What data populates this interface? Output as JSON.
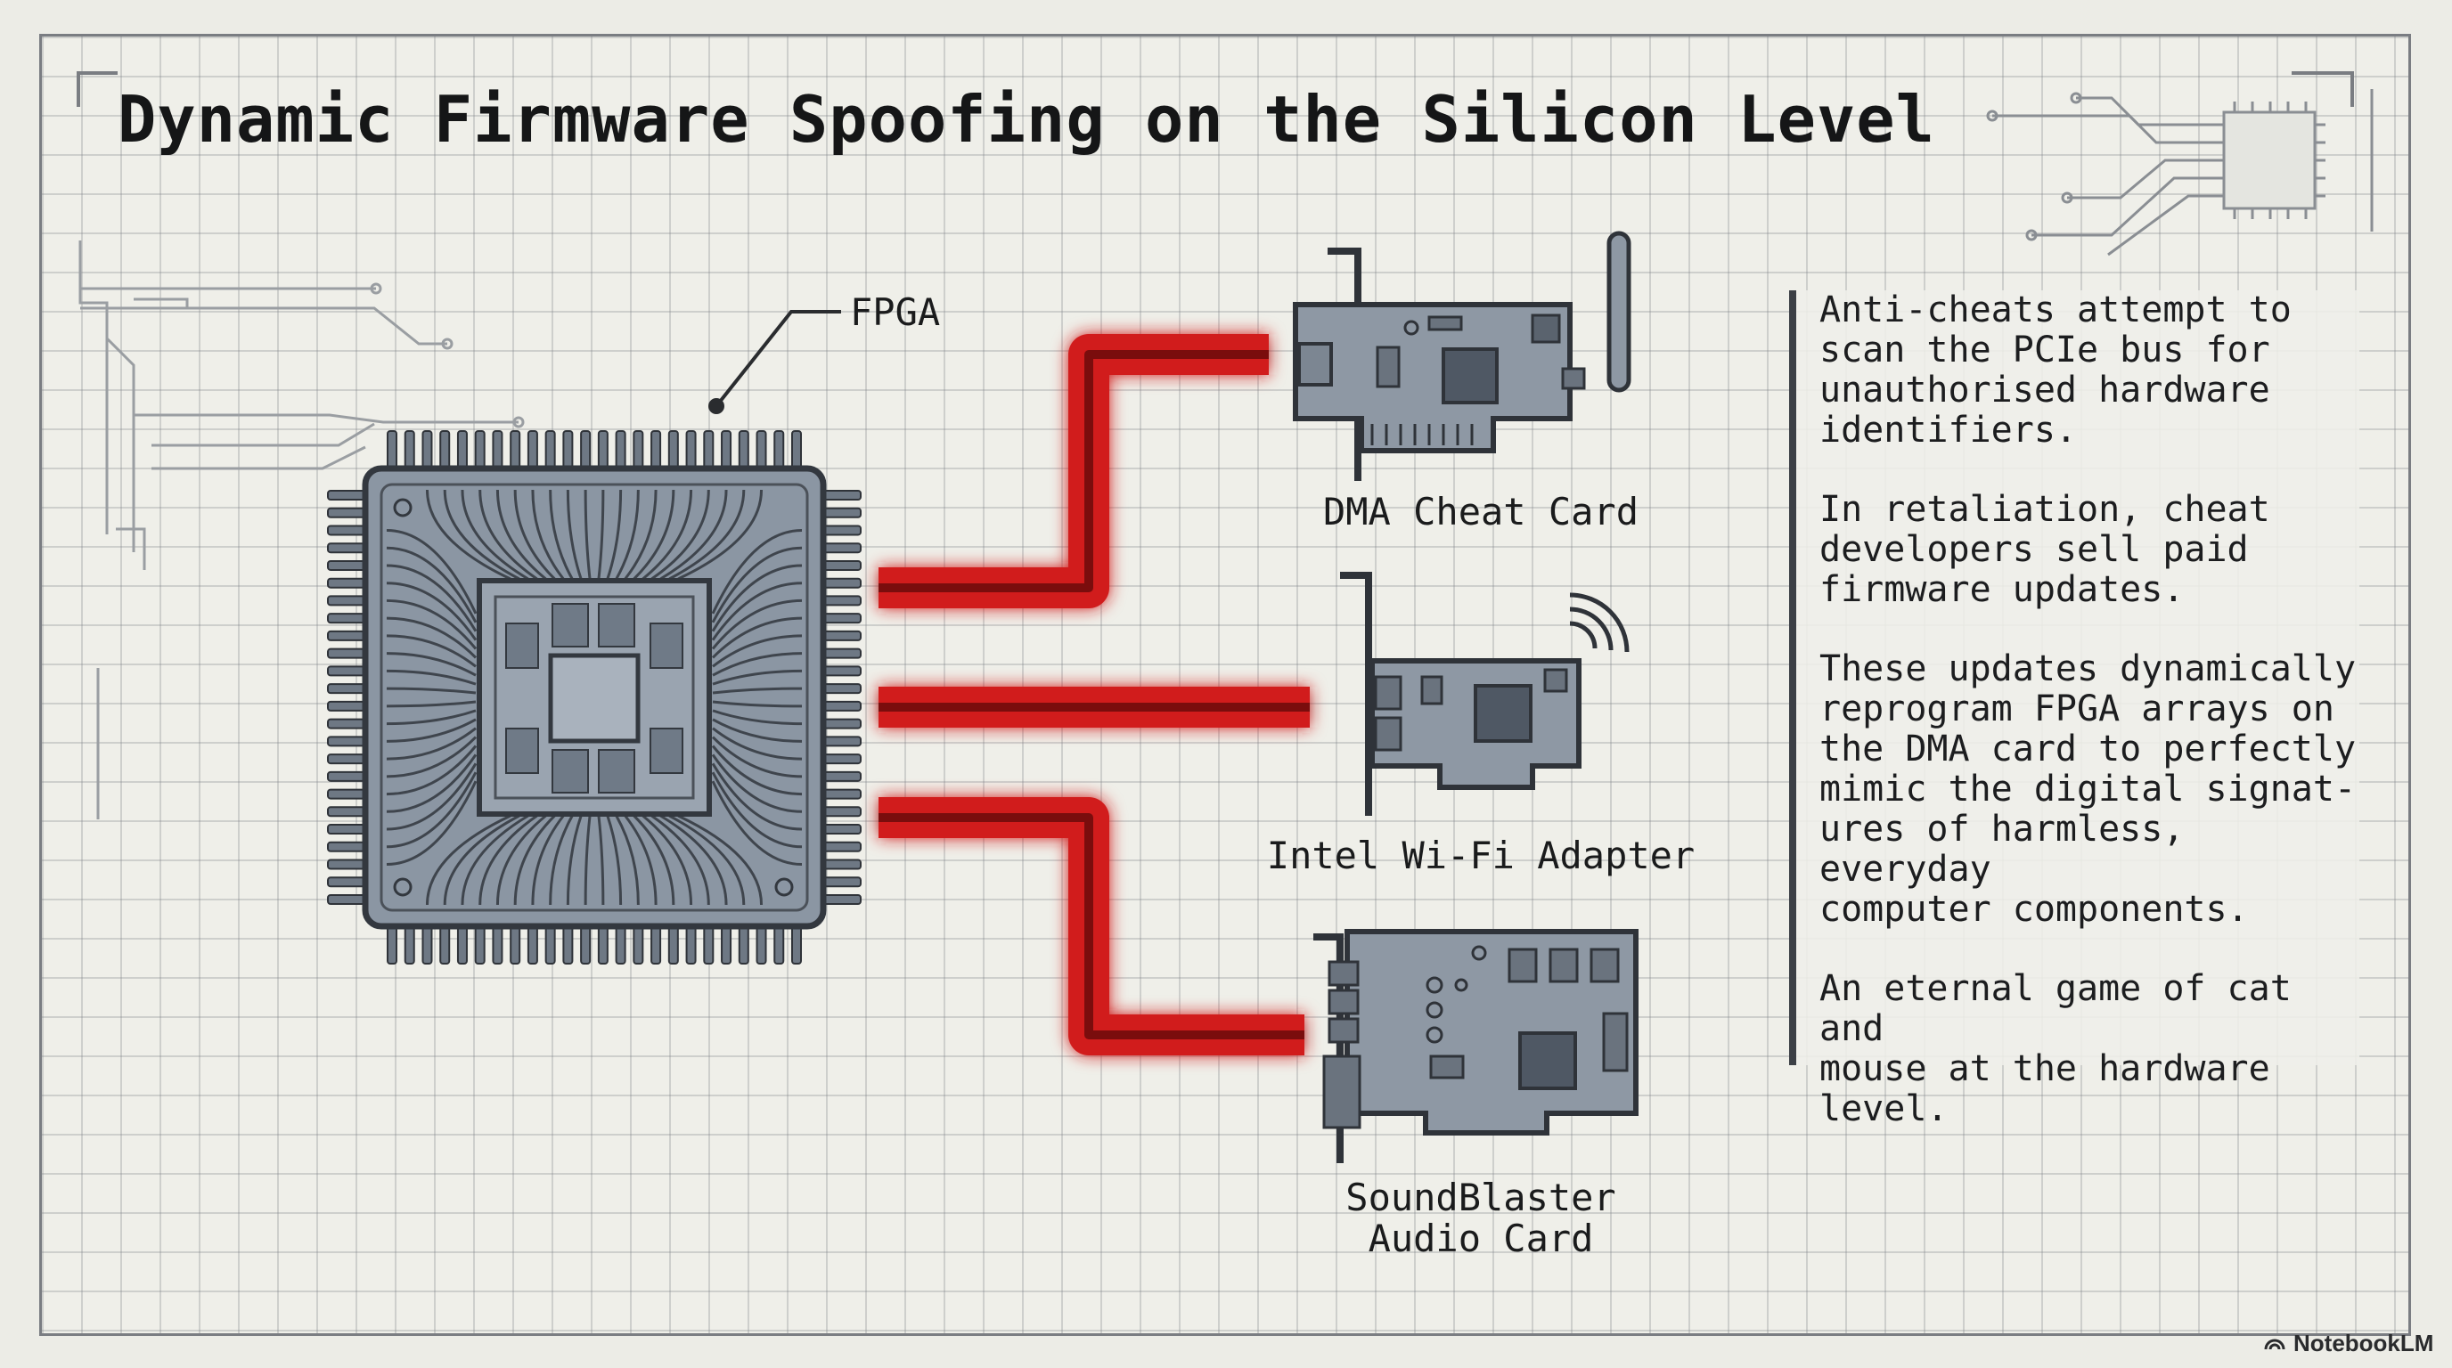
{
  "title": "Dynamic Firmware Spoofing on the Silicon Level",
  "diagram": {
    "chip_label": "FPGA",
    "cards": [
      {
        "label": "DMA Cheat Card"
      },
      {
        "label": "Intel Wi-Fi Adapter"
      },
      {
        "label_lines": [
          "SoundBlaster",
          "Audio Card"
        ]
      }
    ],
    "colors": {
      "background": "#efefe9",
      "grid": "#b8bbbd",
      "chip": "#8b96a3",
      "chip_outline": "#3a3f46",
      "signal_trace": "#d11a1a",
      "card_board": "#9aa2ab"
    }
  },
  "panel": {
    "paragraphs": [
      "Anti-cheats attempt to\nscan the PCIe bus for\nunauthorised hardware\nidentifiers.",
      "In retaliation, cheat\ndevelopers sell paid\nfirmware updates.",
      "These updates dynamically\nreprogram FPGA arrays on\nthe DMA card to perfectly\nmimic the digital signat-\nures of harmless, everyday\ncomputer components.",
      "An eternal game of cat and\nmouse at the hardware\nlevel."
    ]
  },
  "badge": {
    "text": "NotebookLM",
    "icon": "notebooklm-logo-icon"
  }
}
